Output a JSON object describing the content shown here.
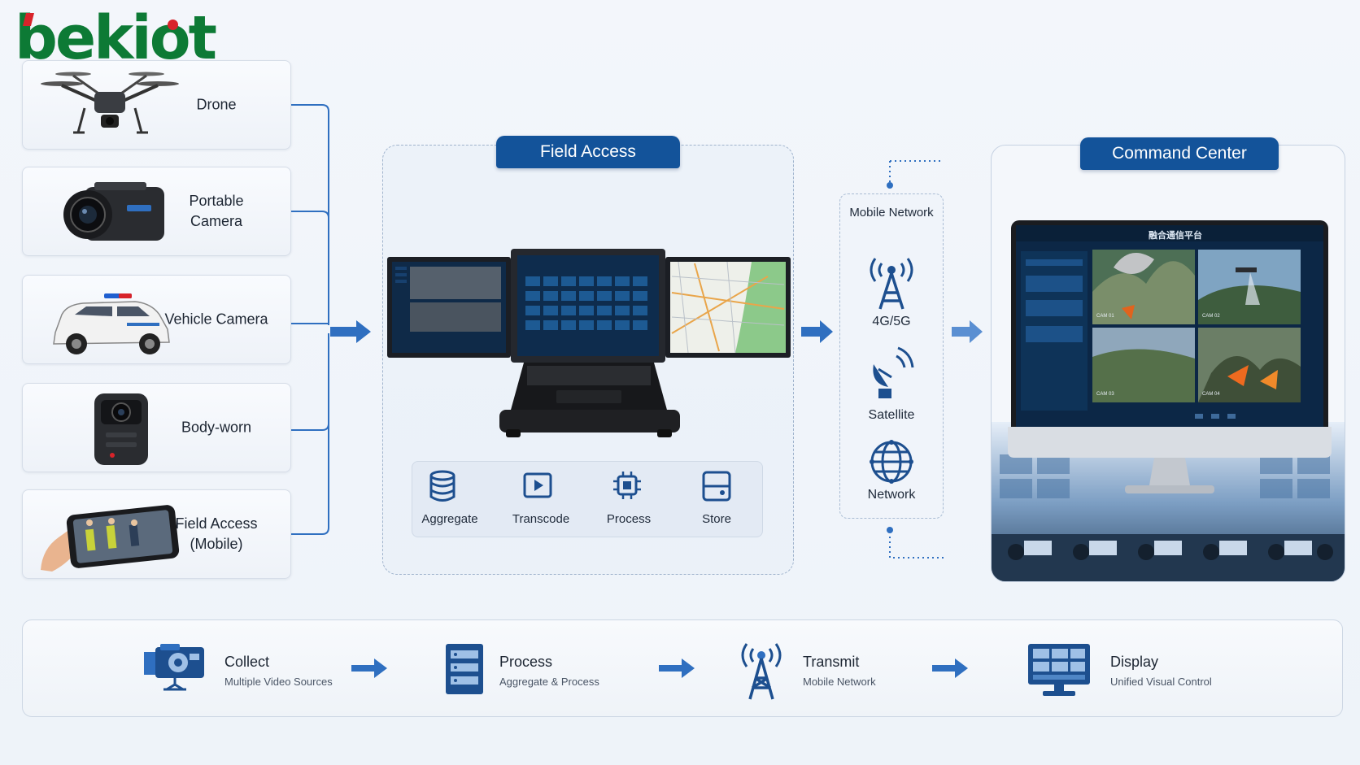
{
  "brand": {
    "logo_text": "bekiot"
  },
  "sources": [
    {
      "label": "Drone"
    },
    {
      "label": "Portable Camera"
    },
    {
      "label": "Vehicle Camera"
    },
    {
      "label": "Body-worn"
    },
    {
      "label": "Field Access (Mobile)"
    }
  ],
  "field_access": {
    "title": "Field Access",
    "functions": [
      {
        "label": "Aggregate",
        "icon": "database-icon"
      },
      {
        "label": "Transcode",
        "icon": "play-frame-icon"
      },
      {
        "label": "Process",
        "icon": "chip-icon"
      },
      {
        "label": "Store",
        "icon": "storage-icon"
      }
    ]
  },
  "network": {
    "title": "Mobile Network",
    "items": [
      {
        "label": "4G/5G",
        "icon": "antenna-tower-icon"
      },
      {
        "label": "Satellite",
        "icon": "satellite-dish-icon"
      },
      {
        "label": "Network",
        "icon": "globe-icon"
      }
    ]
  },
  "command_center": {
    "title": "Command Center",
    "screen_title": "融合通信平台",
    "feeds": [
      "CAM 01",
      "CAM 02",
      "CAM 03",
      "CAM 04"
    ]
  },
  "workflow": [
    {
      "title": "Collect",
      "subtitle": "Multiple Video Sources",
      "icon": "camera-icon"
    },
    {
      "title": "Process",
      "subtitle": "Aggregate & Process",
      "icon": "server-icon"
    },
    {
      "title": "Transmit",
      "subtitle": "Mobile Network",
      "icon": "antenna-tower-icon"
    },
    {
      "title": "Display",
      "subtitle": "Unified Visual Control",
      "icon": "monitor-grid-icon"
    }
  ],
  "colors": {
    "primary": "#13539a",
    "accent": "#2f6fc0",
    "brand_green": "#0d7a35",
    "brand_red": "#d8232a"
  }
}
